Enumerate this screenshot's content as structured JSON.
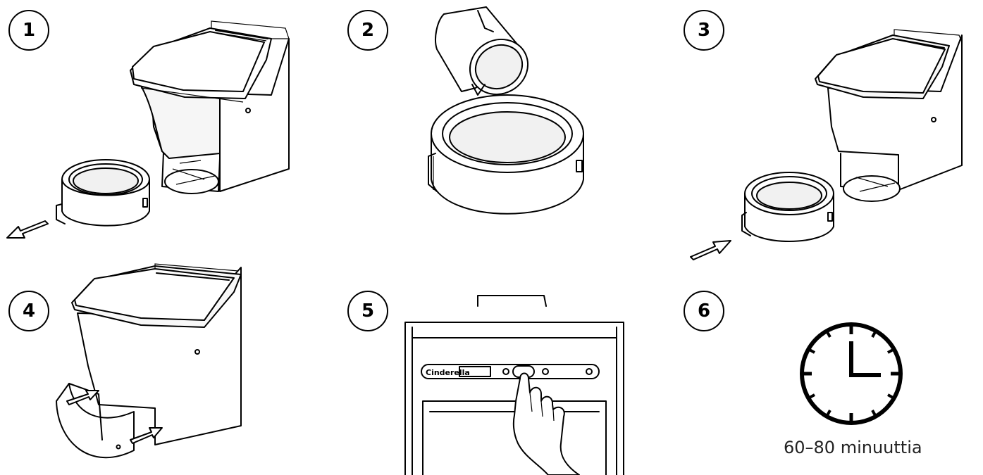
{
  "steps": [
    {
      "number": "1"
    },
    {
      "number": "2"
    },
    {
      "number": "3"
    },
    {
      "number": "4"
    },
    {
      "number": "5"
    },
    {
      "number": "6",
      "caption": "60–80 minuuttia"
    }
  ],
  "panel_brand": "Cinderella",
  "icons": {
    "clock": "clock-icon",
    "arrow_out": "arrow-out-icon",
    "arrow_in": "arrow-in-icon"
  }
}
